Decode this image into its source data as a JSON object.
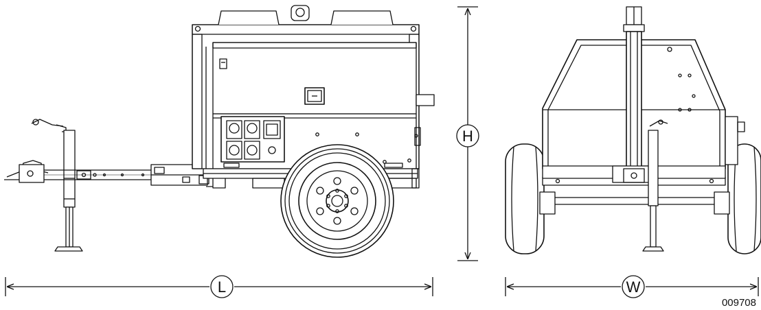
{
  "dimensions": {
    "height_label": "H",
    "length_label": "L",
    "width_label": "W"
  },
  "figure_number": "009708",
  "colors": {
    "line": "#111111",
    "fill": "#ffffff",
    "shade": "#e8e8e8",
    "dark": "#444444"
  }
}
